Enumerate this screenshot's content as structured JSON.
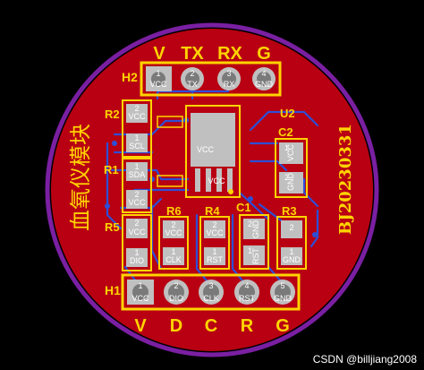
{
  "header_labels": [
    "V",
    "TX",
    "RX",
    "G"
  ],
  "footer_labels": [
    "V",
    "D",
    "C",
    "R",
    "G"
  ],
  "h2": {
    "ref": "H2",
    "pin_numbers": [
      "1",
      "2",
      "3",
      "4"
    ],
    "pin_names": [
      "VCC",
      "TX",
      "RX",
      "GND"
    ]
  },
  "h1": {
    "ref": "H1",
    "pin_numbers": [
      "1",
      "2",
      "3",
      "4",
      "5"
    ],
    "pin_names": [
      "VCC",
      "DIO",
      "CLK",
      "RST",
      "GND"
    ]
  },
  "u2": {
    "ref": "U2",
    "pin_label_left": "VCC",
    "pin_label_bottom": "VCC"
  },
  "c2": {
    "ref": "C2",
    "pin_labels": [
      "VCC",
      "GND"
    ],
    "pad_numbers": [
      "1",
      "2"
    ]
  },
  "c1": {
    "ref": "C1",
    "pin_labels": [
      "GND",
      "RST"
    ],
    "pad_numbers": [
      "2",
      "1"
    ]
  },
  "r1": {
    "ref": "R1",
    "pad_labels": [
      "SDA",
      "VCC"
    ],
    "pad_numbers": [
      "1",
      "2"
    ]
  },
  "r2": {
    "ref": "R2",
    "pad_labels": [
      "VCC",
      "SCL"
    ],
    "pad_numbers": [
      "2",
      "1"
    ]
  },
  "r3": {
    "ref": "R3",
    "pad_labels": [
      "",
      "GND"
    ],
    "pad_numbers": [
      "2",
      "1"
    ]
  },
  "r4": {
    "ref": "R4",
    "pad_labels": [
      "VCC",
      "RST"
    ],
    "pad_numbers": [
      "2",
      "1"
    ]
  },
  "r5": {
    "ref": "R5",
    "pad_labels": [
      "VCC",
      "DIO"
    ],
    "pad_numbers": [
      "2",
      "1"
    ]
  },
  "r6": {
    "ref": "R6",
    "pad_labels": [
      "VCC",
      "CLK"
    ],
    "pad_numbers": [
      "2",
      "1"
    ]
  },
  "board_title": "血氧仪模块",
  "board_code": "BJ20230331",
  "watermark": "CSDN @billjiang2008",
  "colors": {
    "board": "#b80012",
    "outline": "#7a1fa2",
    "silkscreen": "#ffd400",
    "bottom_copper": "#2d4fd6",
    "pad": "#c0c0c0"
  }
}
